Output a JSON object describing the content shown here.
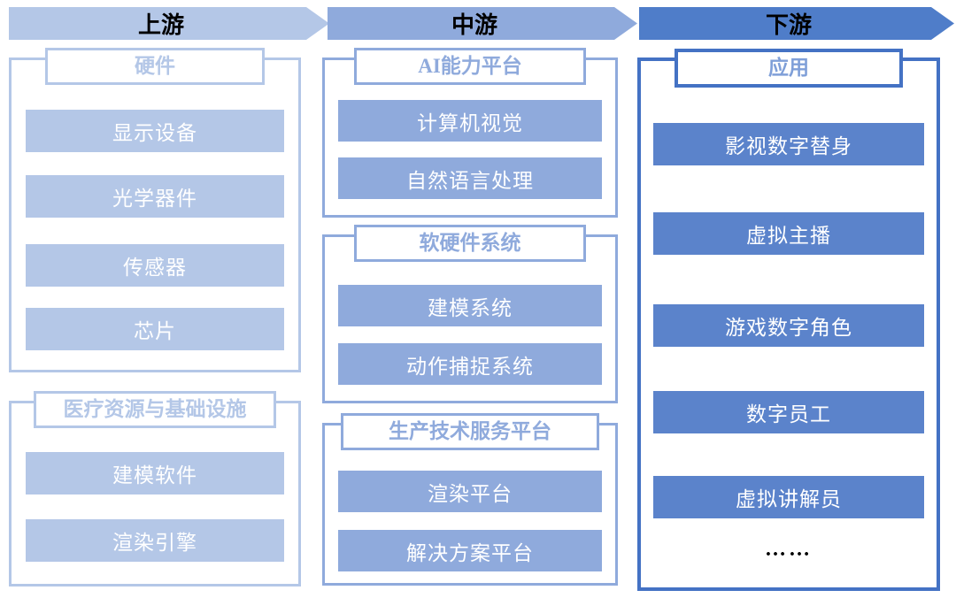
{
  "palette": {
    "upstream_fill": "#b4c7e7",
    "midstream_fill": "#8faadc",
    "downstream_arrow_fill": "#4f7dc9",
    "downstream_border": "#4472c4",
    "downstream_item_fill": "#5b83cb",
    "item_text": "#ffffff",
    "arrow_text": "#000000"
  },
  "stages": [
    {
      "id": "upstream",
      "label": "上游",
      "groups": [
        {
          "title": "硬件",
          "items": [
            "显示设备",
            "光学器件",
            "传感器",
            "芯片"
          ]
        },
        {
          "title": "医疗资源与基础设施",
          "items": [
            "建模软件",
            "渲染引擎"
          ]
        }
      ]
    },
    {
      "id": "midstream",
      "label": "中游",
      "groups": [
        {
          "title": "AI能力平台",
          "items": [
            "计算机视觉",
            "自然语言处理"
          ]
        },
        {
          "title": "软硬件系统",
          "items": [
            "建模系统",
            "动作捕捉系统"
          ]
        },
        {
          "title": "生产技术服务平台",
          "items": [
            "渲染平台",
            "解决方案平台"
          ]
        }
      ]
    },
    {
      "id": "downstream",
      "label": "下游",
      "groups": [
        {
          "title": "应用",
          "items": [
            "影视数字替身",
            "虚拟主播",
            "游戏数字角色",
            "数字员工",
            "虚拟讲解员",
            "……"
          ]
        }
      ]
    }
  ]
}
